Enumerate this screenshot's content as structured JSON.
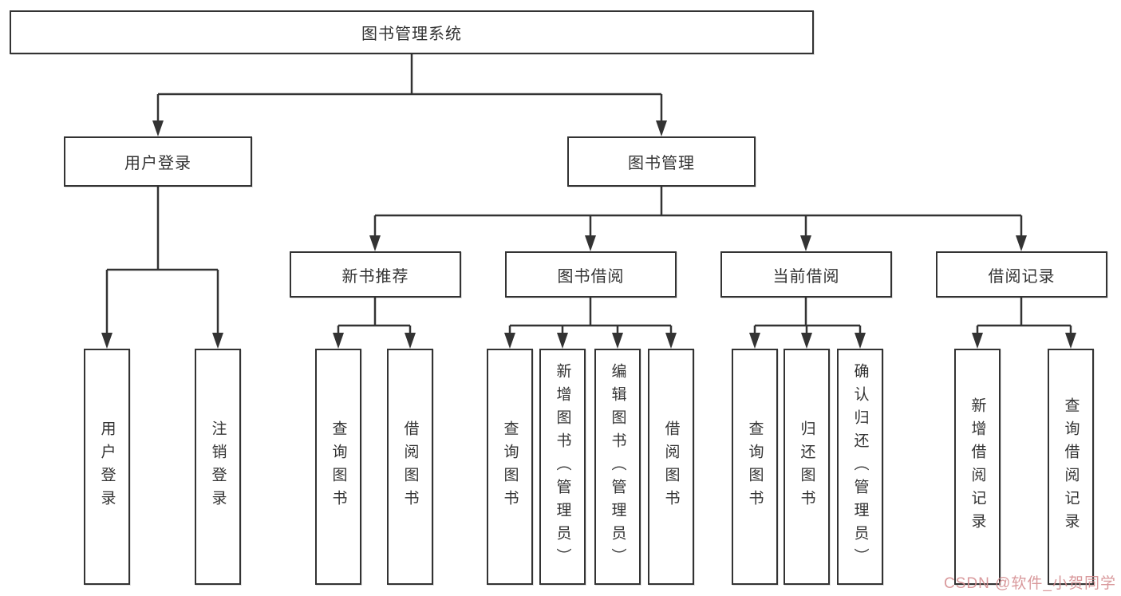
{
  "tree": {
    "root": "图书管理系统",
    "level2": [
      "用户登录",
      "图书管理"
    ],
    "level3": [
      "新书推荐",
      "图书借阅",
      "当前借阅",
      "借阅记录"
    ],
    "leaves": {
      "login": [
        "用户登录",
        "注销登录"
      ],
      "new_book": [
        "查询图书",
        "借阅图书"
      ],
      "borrow": [
        "查询图书",
        "新增图书（管理员）",
        "编辑图书（管理员）",
        "借阅图书"
      ],
      "current": [
        "查询图书",
        "归还图书",
        "确认归还（管理员）"
      ],
      "record": [
        "新增借阅记录",
        "查询借阅记录"
      ]
    }
  },
  "watermark": {
    "text": "CSDN @软件_小贺同学",
    "color": "#D58F92"
  },
  "colors": {
    "line": "#333333",
    "box_border": "#333333",
    "box_fill": "#FFFFFF",
    "text": "#333333",
    "background": "#FFFFFF"
  }
}
